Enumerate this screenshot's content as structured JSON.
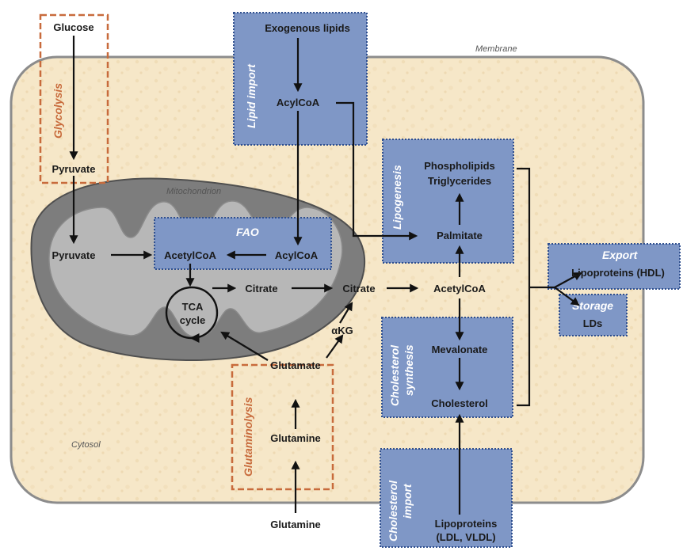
{
  "regions": {
    "membrane": "Membrane",
    "mitochondrion": "Mitochondrion",
    "cytosol": "Cytosol"
  },
  "processes": {
    "glycolysis": "Glycolysis",
    "lipid_import": "Lipid import",
    "fao": "FAO",
    "lipogenesis": "Lipogenesis",
    "cholesterol_synthesis": [
      "Cholesterol",
      "synthesis"
    ],
    "glutaminolysis": "Glutaminolysis",
    "cholesterol_import": [
      "Cholesterol",
      "import"
    ],
    "export": "Export",
    "storage": "Storage"
  },
  "metabolites": {
    "glucose": "Glucose",
    "pyruvate_cyto": "Pyruvate",
    "pyruvate_mito": "Pyruvate",
    "exogenous_lipids": "Exogenous lipids",
    "acylcoa_import": "AcylCoA",
    "acetylcoa_mito": "AcetylCoA",
    "acylcoa_fao": "AcylCoA",
    "tca": [
      "TCA",
      "cycle"
    ],
    "citrate_mito": "Citrate",
    "citrate_cyto": "Citrate",
    "akg": "αKG",
    "acetylcoa_cyto": "AcetylCoA",
    "palmitate": "Palmitate",
    "phospholipids": "Phospholipids",
    "triglycerides": "Triglycerides",
    "mevalonate": "Mevalonate",
    "cholesterol": "Cholesterol",
    "glutamate": "Glutamate",
    "glutamine_cell": "Glutamine",
    "glutamine_ext": "Glutamine",
    "lipoproteins_import": [
      "Lipoproteins",
      "(LDL, VLDL)"
    ],
    "lipoproteins_hdl": "Lipoproteins (HDL)",
    "lds": "LDs"
  },
  "colors": {
    "cell_fill": "#f6e7c8",
    "membrane": "#8c8c8c",
    "mito_outer": "#7d7d7d",
    "mito_inner": "#b7b7b7",
    "process_box": "#7f97c6",
    "process_border": "#2f4f8f",
    "dashed_orange": "#c86b3c"
  }
}
